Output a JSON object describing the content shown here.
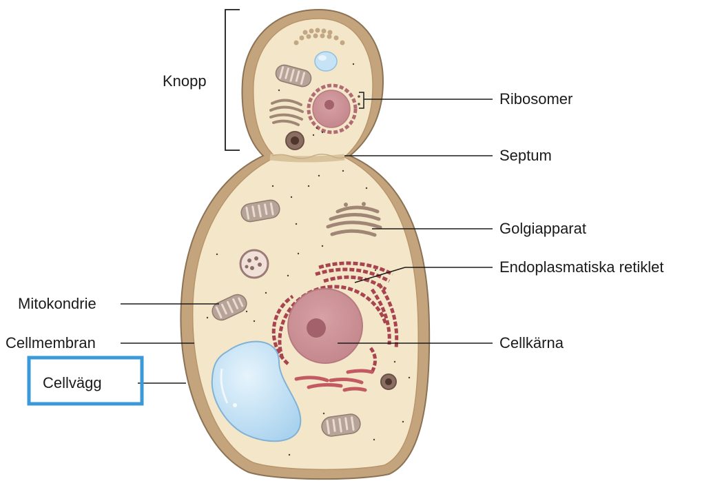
{
  "labels": {
    "knopp": "Knopp",
    "ribosomer": "Ribosomer",
    "septum": "Septum",
    "golgi": "Golgiapparat",
    "er": "Endoplasmatiska retiklet",
    "mitokondrie": "Mitokondrie",
    "cellmembran": "Cellmembran",
    "cellkarna": "Cellkärna",
    "cellvagg": "Cellvägg"
  },
  "highlighted_label": "cellvagg",
  "colors": {
    "cell_wall": "#c3a47c",
    "cell_wall_outline": "#8b7255",
    "cytoplasm": "#f4e6c8",
    "nucleus": "#c98f93",
    "er": "#a8444f",
    "vacuole": "#b8dcf2",
    "highlight_box": "#3a9ad9"
  }
}
